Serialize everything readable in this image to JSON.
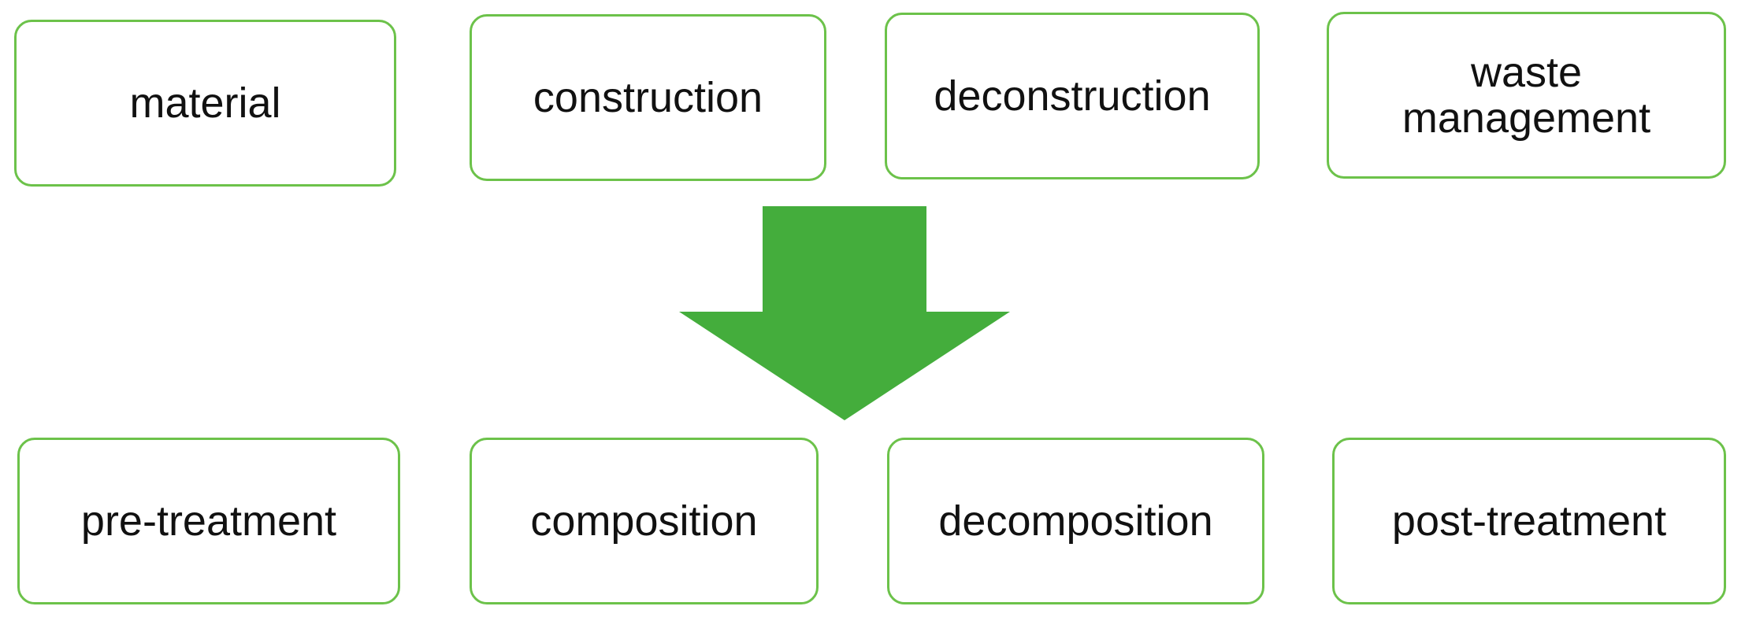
{
  "top_row": [
    {
      "label": "material"
    },
    {
      "label": "construction"
    },
    {
      "label": "deconstruction"
    },
    {
      "label": "waste\nmanagement"
    }
  ],
  "bottom_row": [
    {
      "label": "pre-treatment"
    },
    {
      "label": "composition"
    },
    {
      "label": "decomposition"
    },
    {
      "label": "post-treatment"
    }
  ],
  "colors": {
    "box_border": "#6cc24a",
    "arrow_fill": "#44ad3c",
    "text": "#111111"
  },
  "icons": {
    "transition_arrow": "down-arrow-icon"
  }
}
